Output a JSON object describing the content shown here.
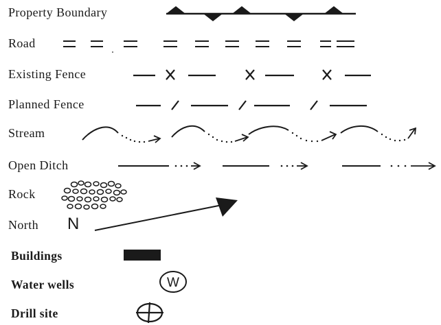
{
  "legend": {
    "items": [
      {
        "key": "property_boundary",
        "label": "Property Boundary",
        "icon": "property-boundary-line-icon"
      },
      {
        "key": "road",
        "label": "Road",
        "icon": "road-dashed-double-line-icon"
      },
      {
        "key": "existing_fence",
        "label": "Existing Fence",
        "icon": "existing-fence-x-line-icon"
      },
      {
        "key": "planned_fence",
        "label": "Planned Fence",
        "icon": "planned-fence-slash-line-icon"
      },
      {
        "key": "stream",
        "label": "Stream",
        "icon": "stream-wavy-arrow-icon"
      },
      {
        "key": "open_ditch",
        "label": "Open Ditch",
        "icon": "open-ditch-dashed-arrow-icon"
      },
      {
        "key": "rock",
        "label": "Rock",
        "icon": "rock-pebbles-icon"
      },
      {
        "key": "north",
        "label": "North",
        "icon": "north-arrow-icon",
        "symbol_letter": "N"
      },
      {
        "key": "buildings",
        "label": "Buildings",
        "icon": "building-rectangle-icon"
      },
      {
        "key": "water_wells",
        "label": "Water wells",
        "icon": "water-well-circle-icon",
        "symbol_letter": "W"
      },
      {
        "key": "drill_site",
        "label": "Drill site",
        "icon": "drill-site-crosshair-icon"
      }
    ],
    "colors": {
      "ink": "#1a1a1a",
      "background": "#ffffff"
    }
  }
}
